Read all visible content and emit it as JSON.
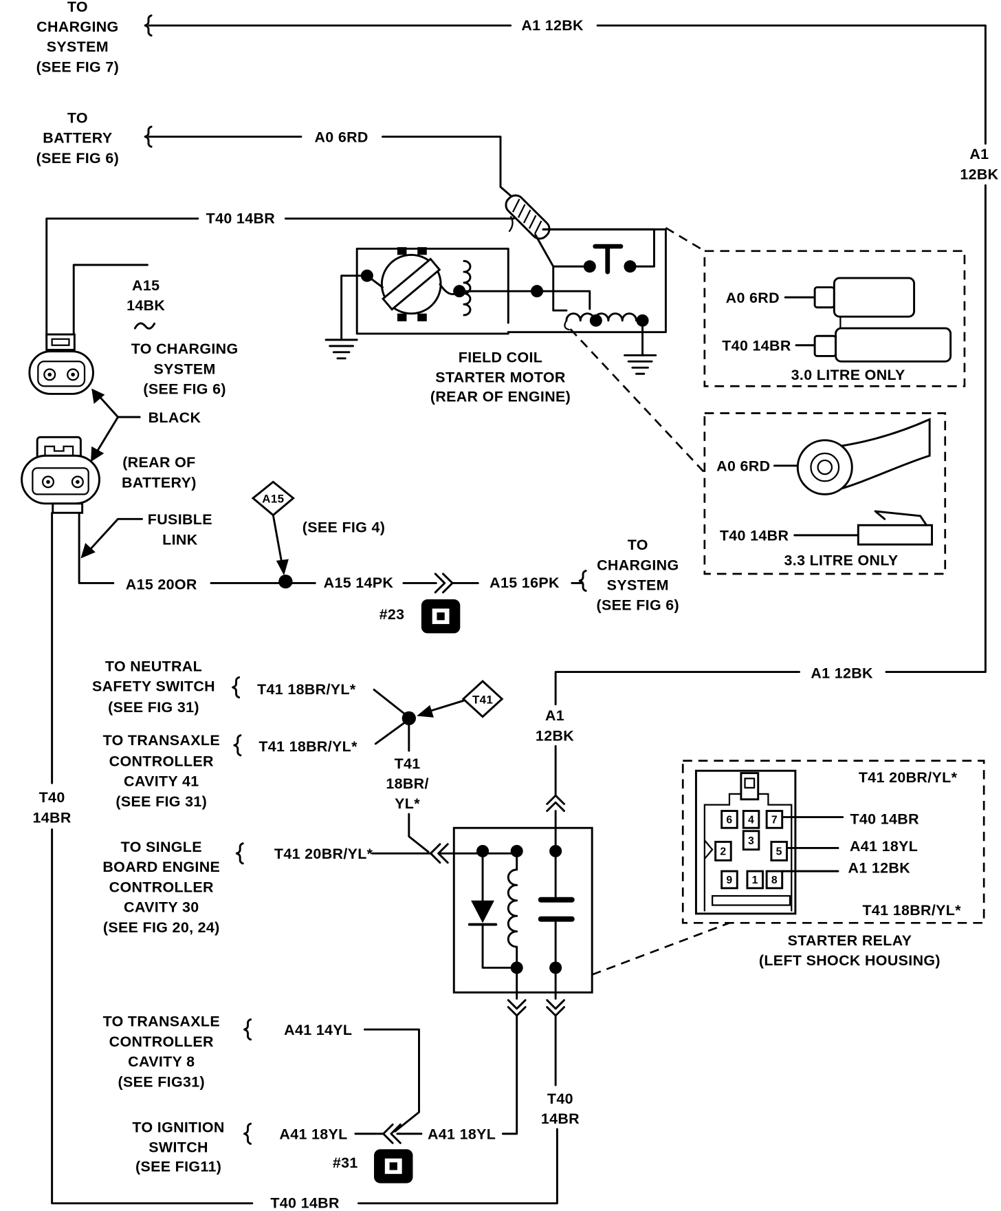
{
  "charging_fig7": [
    "TO",
    "CHARGING",
    "SYSTEM",
    "(SEE FIG 7)"
  ],
  "wire_a1_top": "A1 12BK",
  "wire_a1_right": [
    "A1",
    "12BK"
  ],
  "battery": [
    "TO",
    "BATTERY",
    "(SEE FIG 6)"
  ],
  "wire_a0": "A0 6RD",
  "wire_t40_top": "T40 14BR",
  "wire_a15_14bk": [
    "A15",
    "14BK"
  ],
  "charging_fig6_a": [
    "TO CHARGING",
    "SYSTEM",
    "(SEE FIG 6)"
  ],
  "connector_black": "BLACK",
  "rear_of_battery": [
    "(REAR OF",
    "BATTERY)"
  ],
  "fusible_link": [
    "FUSIBLE",
    "LINK"
  ],
  "splice_a15": "A15",
  "see_fig4": "(SEE FIG 4)",
  "wire_a15_20or": "A15 20OR",
  "wire_a15_14pk": "A15 14PK",
  "wire_a15_16pk": "A15 16PK",
  "charging_fig6_b": [
    "TO",
    "CHARGING",
    "SYSTEM",
    "(SEE FIG 6)"
  ],
  "connector_23": "#23",
  "starter_motor": [
    "FIELD COIL",
    "STARTER MOTOR",
    "(REAR OF ENGINE)"
  ],
  "inset_30": {
    "a0": "A0 6RD",
    "t40": "T40 14BR",
    "caption": "3.0 LITRE ONLY"
  },
  "inset_33": {
    "a0": "A0 6RD",
    "t40": "T40 14BR",
    "caption": "3.3 LITRE ONLY"
  },
  "neutral_switch": [
    "TO NEUTRAL",
    "SAFETY SWITCH",
    "(SEE FIG 31)"
  ],
  "wire_t41_neutral": "T41 18BR/YL*",
  "splice_t41": "T41",
  "transaxle_41": [
    "TO TRANSAXLE",
    "CONTROLLER",
    "CAVITY 41",
    "(SEE FIG 31)"
  ],
  "wire_t41_transaxle": "T41 18BR/YL*",
  "wire_t41_vertical": [
    "T41",
    "18BR/",
    "YL*"
  ],
  "wire_a1_mid": "A1 12BK",
  "wire_a1_relay": [
    "A1",
    "12BK"
  ],
  "wire_t40_left": [
    "T40",
    "14BR"
  ],
  "engine_controller": [
    "TO SINGLE",
    "BOARD ENGINE",
    "CONTROLLER",
    "CAVITY 30",
    "(SEE FIG 20, 24)"
  ],
  "wire_t41_20": "T41 20BR/YL*",
  "relay_inset": {
    "t41_20": "T41 20BR/YL*",
    "t40": "T40 14BR",
    "a41": "A41 18YL",
    "a1": "A1 12BK",
    "t41_18": "T41 18BR/YL*",
    "pins": [
      "6",
      "4",
      "7",
      "3",
      "2",
      "5",
      "9",
      "1",
      "8"
    ]
  },
  "starter_relay": [
    "STARTER RELAY",
    "(LEFT SHOCK HOUSING)"
  ],
  "transaxle_8": [
    "TO TRANSAXLE",
    "CONTROLLER",
    "CAVITY 8",
    "(SEE FIG31)"
  ],
  "wire_a41_14yl": "A41 14YL",
  "ignition_switch": [
    "TO IGNITION",
    "SWITCH",
    "(SEE FIG11)"
  ],
  "wire_a41_18yl_left": "A41 18YL",
  "wire_a41_18yl_right": "A41 18YL",
  "wire_t40_relay": [
    "T40",
    "14BR"
  ],
  "connector_31": "#31",
  "wire_t40_bottom": "T40 14BR"
}
